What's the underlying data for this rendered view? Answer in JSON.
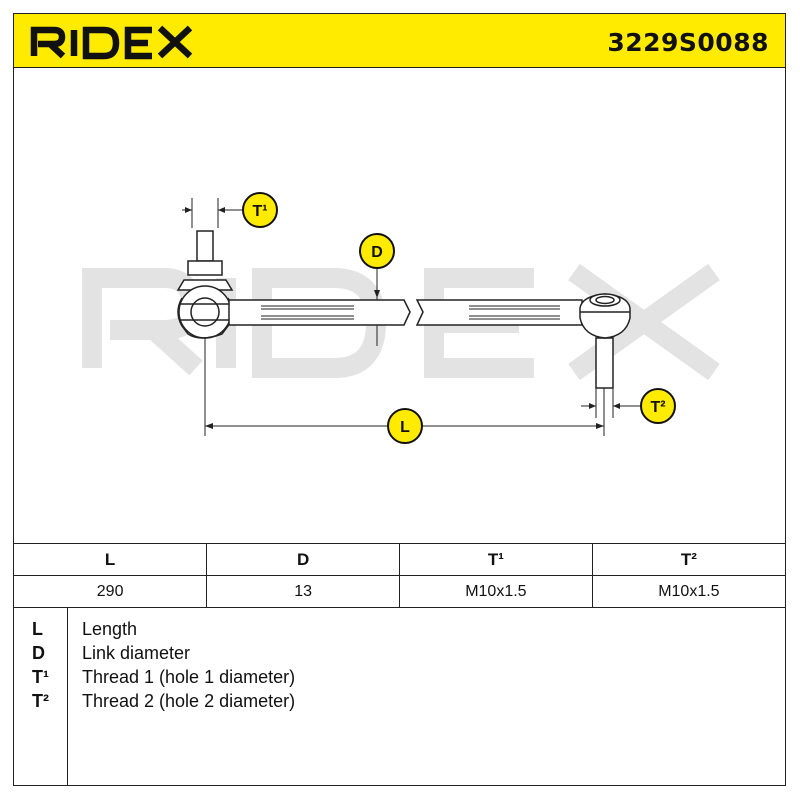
{
  "header": {
    "brand": "RIDEX",
    "part_number": "3229S0088",
    "colors": {
      "accent": "#ffeb00",
      "ink": "#111111",
      "watermark": "#e3e3e3"
    }
  },
  "drawing": {
    "labels": {
      "t1": "T¹",
      "d": "D",
      "l": "L",
      "t2": "T²"
    }
  },
  "spec_table": {
    "headers": [
      "L",
      "D",
      "T¹",
      "T²"
    ],
    "values": [
      "290",
      "13",
      "M10x1.5",
      "M10x1.5"
    ]
  },
  "legend": [
    {
      "key": "L",
      "desc": "Length"
    },
    {
      "key": "D",
      "desc": "Link diameter"
    },
    {
      "key": "T¹",
      "desc": "Thread 1 (hole 1 diameter)"
    },
    {
      "key": "T²",
      "desc": "Thread 2 (hole 2 diameter)"
    }
  ]
}
